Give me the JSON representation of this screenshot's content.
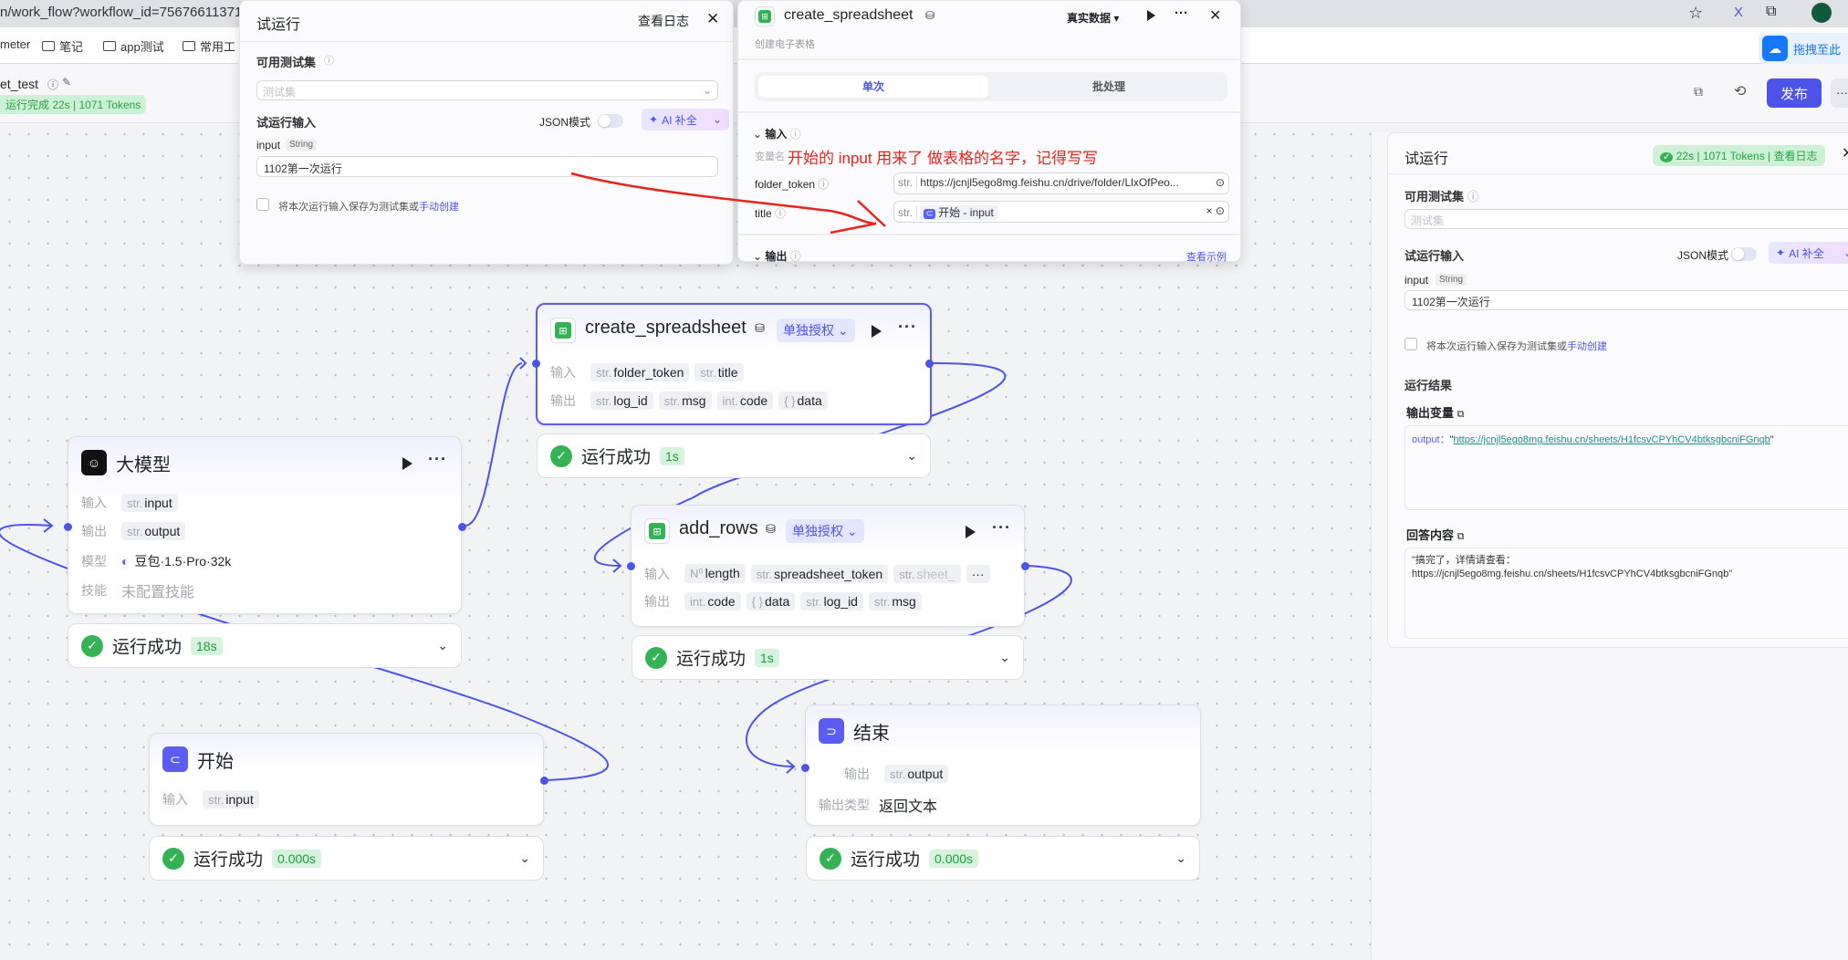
{
  "browser": {
    "url": "n/work_flow?workflow_id=75676611371",
    "bookmarks": [
      "meter",
      "笔记",
      "app测试",
      "常用工"
    ],
    "drag_label": "拖拽至此"
  },
  "header": {
    "workflow_name": "et_test",
    "run_badge": "运行完成 22s | 1071 Tokens",
    "publish": "发布",
    "more": "···"
  },
  "left_panel": {
    "title": "试运行",
    "view_log": "查看日志",
    "testset_label": "可用测试集",
    "testset_placeholder": "测试集",
    "input_section": "试运行输入",
    "json_mode": "JSON模式",
    "ai_fill": "AI 补全",
    "input_name": "input",
    "input_type": "String",
    "input_value": "1102第一次运行",
    "save_text": "将本次运行输入保存为测试集或",
    "manual_create": "手动创建"
  },
  "node_panel": {
    "title": "create_spreadsheet",
    "data_mode": "真实数据 ▾",
    "subtitle": "创建电子表格",
    "tabs": [
      "单次",
      "批处理"
    ],
    "input_section": "输入",
    "var_name": "变量名",
    "annotation": "开始的  input  用来了  做表格的名字，记得写写",
    "params": [
      {
        "name": "folder_token",
        "type": "str.",
        "value": "https://jcnjl5ego8mg.feishu.cn/drive/folder/LlxOfPeo..."
      },
      {
        "name": "title",
        "type": "str.",
        "ref_node": "开始",
        "ref_var": "input"
      }
    ],
    "output_section": "输出",
    "view_example": "查看示例"
  },
  "right_panel": {
    "title": "试运行",
    "badge": "22s | 1071 Tokens",
    "view_log": "查看日志",
    "testset_label": "可用测试集",
    "testset_placeholder": "测试集",
    "input_section": "试运行输入",
    "json_mode": "JSON模式",
    "ai_fill": "AI 补全",
    "input_name": "input",
    "input_type": "String",
    "input_value": "1102第一次运行",
    "save_text": "将本次运行输入保存为测试集或",
    "manual_create": "手动创建",
    "result_title": "运行结果",
    "output_var_title": "输出变量",
    "output_key": "output：",
    "output_value": "https://jcnjl5ego8mg.feishu.cn/sheets/H1fcsvCPYhCV4btksgbcniFGnqb",
    "answer_title": "回答内容",
    "answer_line1": "\"搞完了，详情请查看：",
    "answer_line2": "https://jcnjl5ego8mg.feishu.cn/sheets/H1fcsvCPYhCV4btksgbcniFGnqb\""
  },
  "labels": {
    "input": "输入",
    "output": "输出",
    "model": "模型",
    "skill": "技能",
    "output_type": "输出类型",
    "auth": "单独授权",
    "success": "运行成功"
  },
  "nodes": {
    "create_spreadsheet": {
      "title": "create_spreadsheet",
      "inputs": [
        [
          "str.",
          "folder_token"
        ],
        [
          "str.",
          "title"
        ]
      ],
      "outputs": [
        [
          "str.",
          "log_id"
        ],
        [
          "str.",
          "msg"
        ],
        [
          "int.",
          "code"
        ],
        [
          "{ }",
          "data"
        ]
      ],
      "time": "1s"
    },
    "llm": {
      "title": "大模型",
      "inputs": [
        [
          "str.",
          "input"
        ]
      ],
      "outputs": [
        [
          "str.",
          "output"
        ]
      ],
      "model": "豆包·1.5·Pro·32k",
      "skill": "未配置技能",
      "time": "18s"
    },
    "add_rows": {
      "title": "add_rows",
      "inputs": [
        [
          "N⁰",
          "length"
        ],
        [
          "str.",
          "spreadsheet_token"
        ],
        [
          "str.",
          "sheet_"
        ]
      ],
      "outputs": [
        [
          "int.",
          "code"
        ],
        [
          "{ }",
          "data"
        ],
        [
          "str.",
          "log_id"
        ],
        [
          "str.",
          "msg"
        ]
      ],
      "time": "1s"
    },
    "start": {
      "title": "开始",
      "inputs": [
        [
          "str.",
          "input"
        ]
      ],
      "time": "0.000s"
    },
    "end": {
      "title": "结束",
      "outputs": [
        [
          "str.",
          "output"
        ]
      ],
      "output_type": "返回文本",
      "time": "0.000s"
    }
  },
  "colors": {
    "accent": "#4d53e8",
    "success": "#34b354",
    "annotation": "#e8231a"
  }
}
